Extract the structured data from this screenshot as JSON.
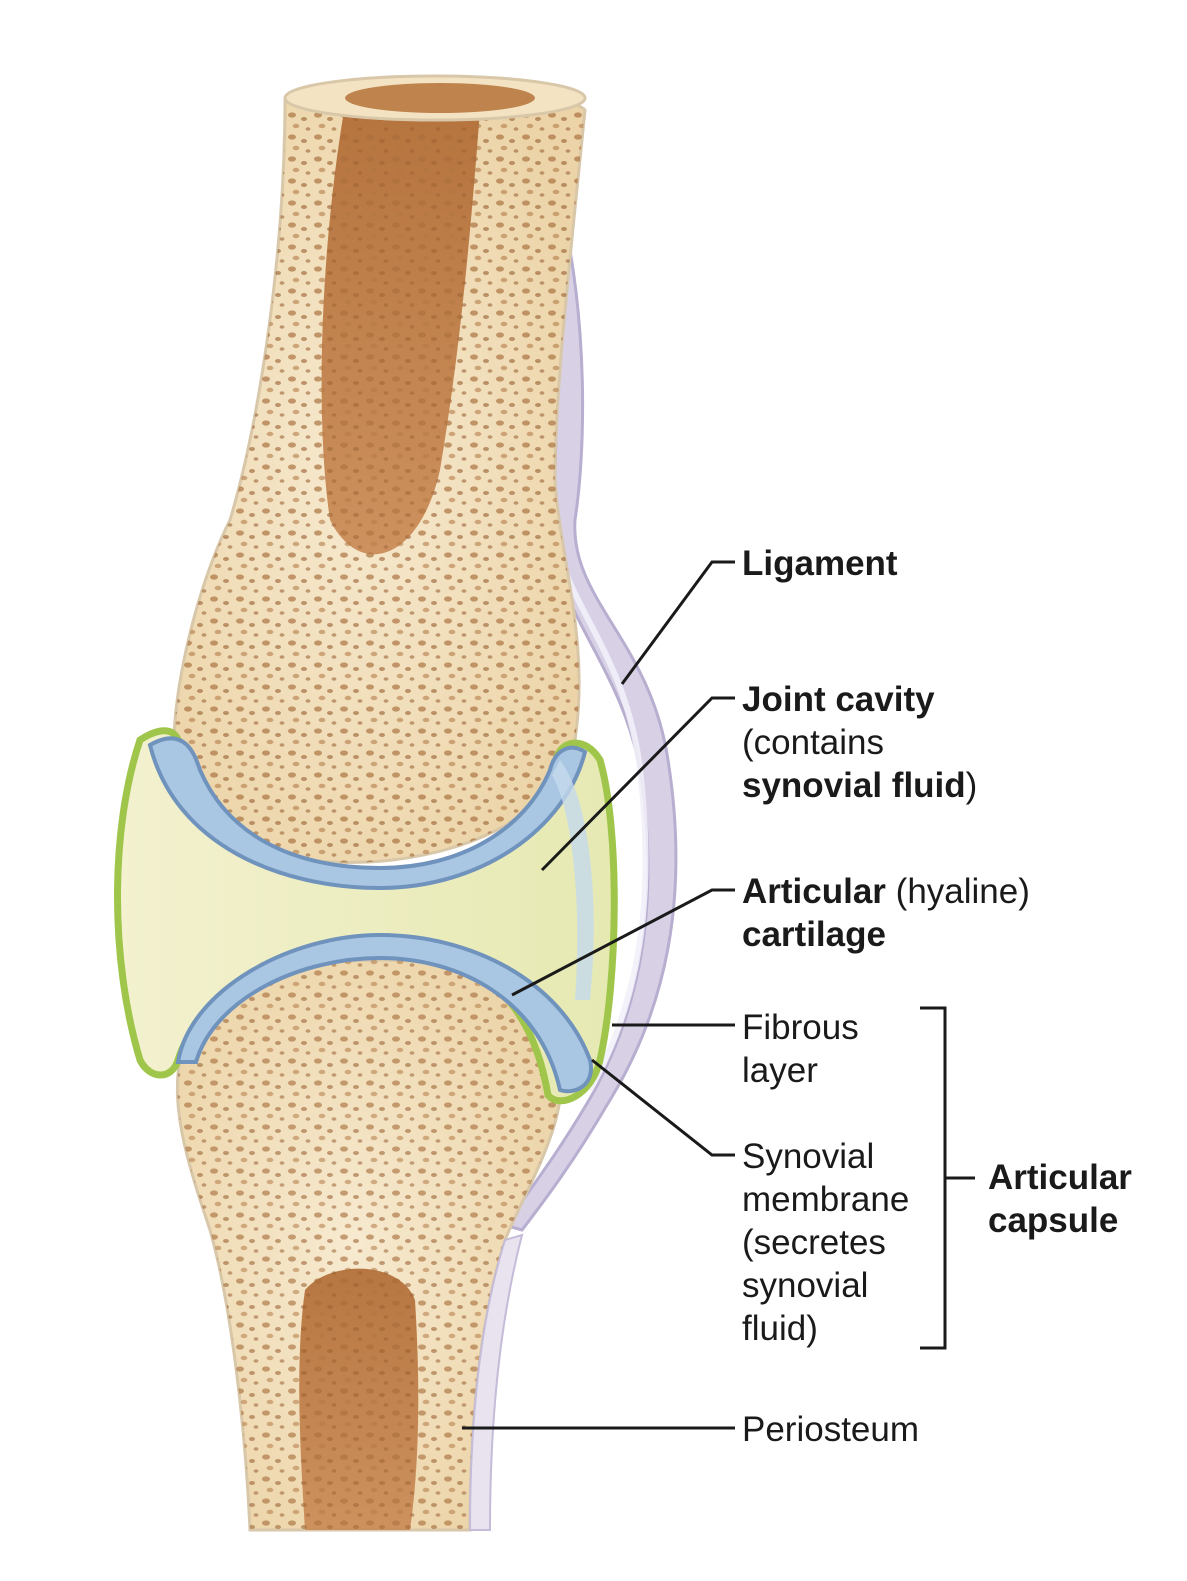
{
  "labels": {
    "ligament": "Ligament",
    "joint_cavity": {
      "title": "Joint cavity",
      "line2": "(contains",
      "line3_bold": "synovial fluid",
      "line3_tail": ")"
    },
    "articular_cartilage": {
      "title_bold": "Articular",
      "title_tail": " (hyaline)",
      "line2": "cartilage"
    },
    "fibrous_layer": [
      "Fibrous",
      "layer"
    ],
    "synovial_membrane": [
      "Synovial",
      "membrane",
      "(secretes",
      "synovial",
      "fluid)"
    ],
    "articular_capsule": [
      "Articular",
      "capsule"
    ],
    "periosteum": "Periosteum"
  },
  "colors": {
    "bone": "#f4e3c3",
    "spongy_dots": "#a9703f",
    "marrow": "#a8622d",
    "cartilage": "#8fb3d3",
    "synovial_membrane": "#9fc64a",
    "joint_cavity": "#eef0c0",
    "ligament": "#cfc8e0",
    "leader": "#1a1a1a"
  }
}
